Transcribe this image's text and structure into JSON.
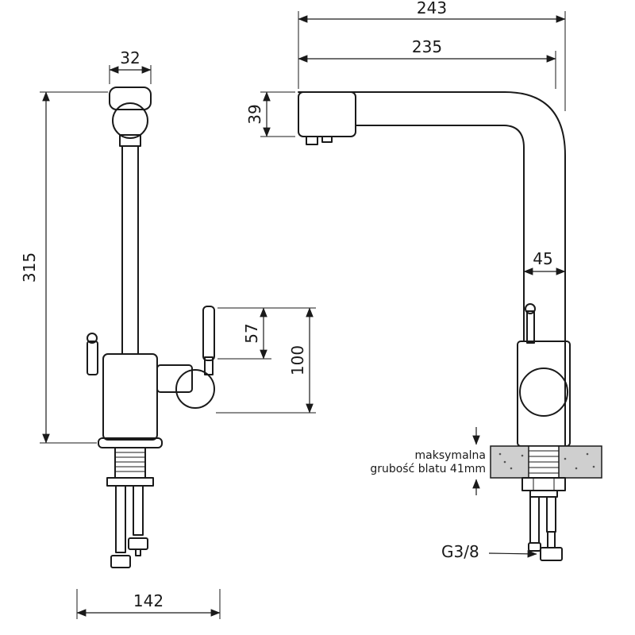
{
  "drawing": {
    "type": "faucet technical drawing, two orthographic views",
    "front_view": {
      "dims": {
        "head_width": "32",
        "total_height": "315",
        "lever_height": "57",
        "spout_height": "100",
        "base_width": "142"
      }
    },
    "side_view": {
      "dims": {
        "total_depth": "243",
        "spout_reach": "235",
        "spout_head_height": "39",
        "body_depth": "45",
        "counter_note_line1": "maksymalna",
        "counter_note_line2": "grubość blatu 41mm",
        "thread": "G3/8"
      }
    }
  }
}
